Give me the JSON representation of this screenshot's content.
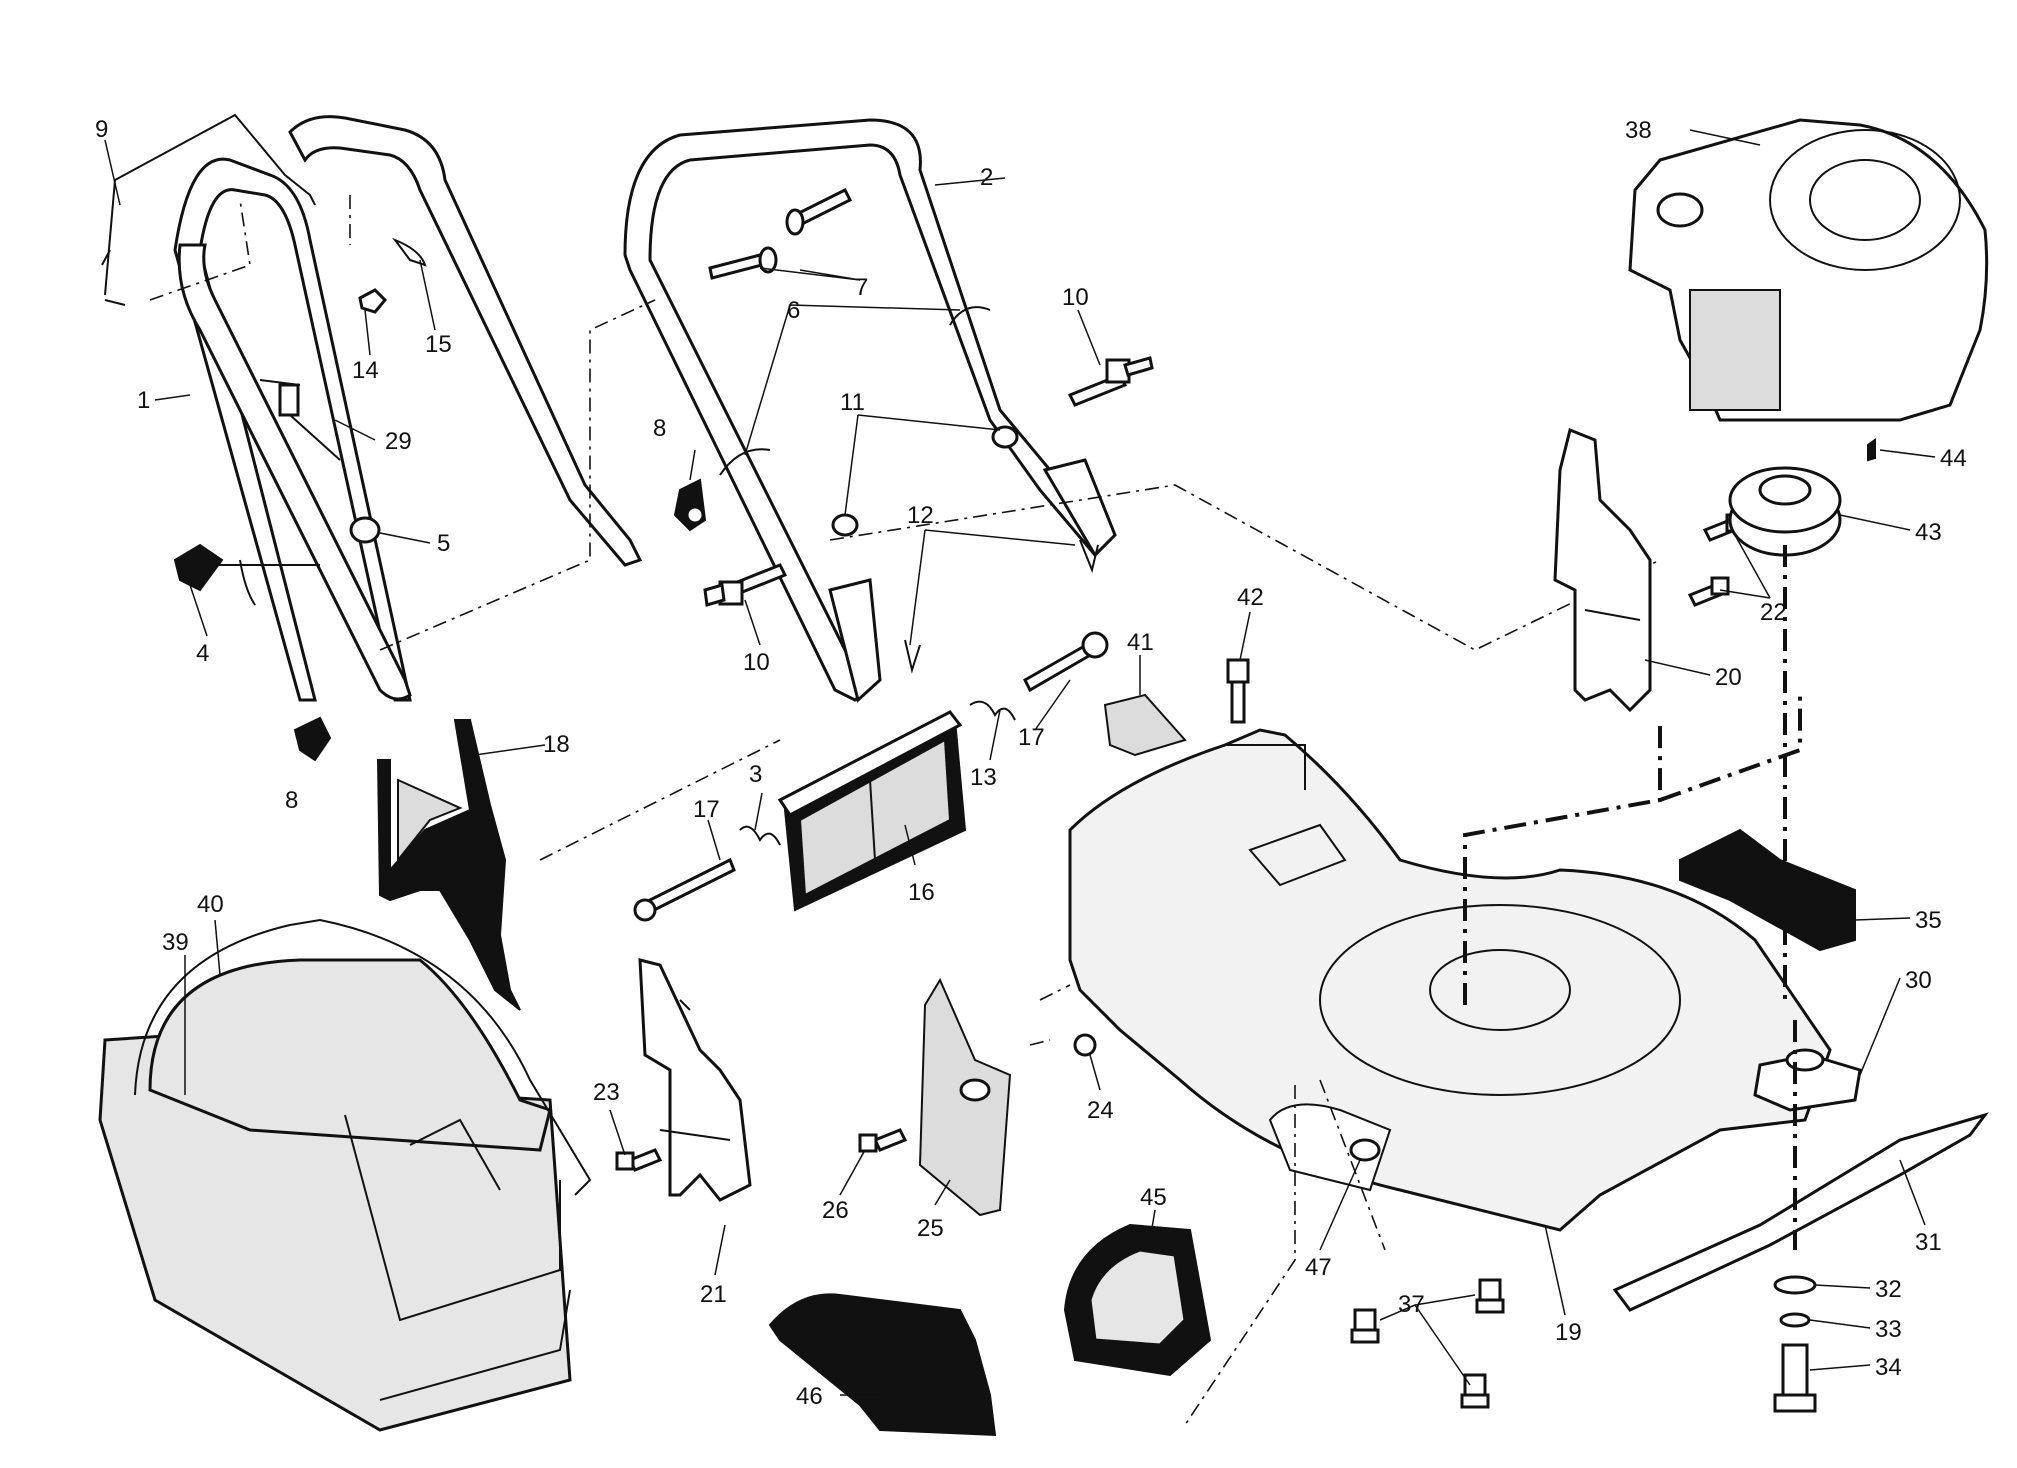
{
  "diagram": {
    "labels": [
      {
        "id": "l9",
        "text": "9"
      },
      {
        "id": "l1",
        "text": "1"
      },
      {
        "id": "l14",
        "text": "14"
      },
      {
        "id": "l15",
        "text": "15"
      },
      {
        "id": "l29",
        "text": "29"
      },
      {
        "id": "l5",
        "text": "5"
      },
      {
        "id": "l4",
        "text": "4"
      },
      {
        "id": "l8a",
        "text": "8"
      },
      {
        "id": "l8b",
        "text": "8"
      },
      {
        "id": "l2",
        "text": "2"
      },
      {
        "id": "l7",
        "text": "7"
      },
      {
        "id": "l6",
        "text": "6"
      },
      {
        "id": "l10a",
        "text": "10"
      },
      {
        "id": "l10b",
        "text": "10"
      },
      {
        "id": "l11",
        "text": "11"
      },
      {
        "id": "l12",
        "text": "12"
      },
      {
        "id": "l17a",
        "text": "17"
      },
      {
        "id": "l17b",
        "text": "17"
      },
      {
        "id": "l13",
        "text": "13"
      },
      {
        "id": "l3",
        "text": "3"
      },
      {
        "id": "l16",
        "text": "16"
      },
      {
        "id": "l18",
        "text": "18"
      },
      {
        "id": "l40",
        "text": "40"
      },
      {
        "id": "l39",
        "text": "39"
      },
      {
        "id": "l41",
        "text": "41"
      },
      {
        "id": "l42",
        "text": "42"
      },
      {
        "id": "l38",
        "text": "38"
      },
      {
        "id": "l44",
        "text": "44"
      },
      {
        "id": "l43",
        "text": "43"
      },
      {
        "id": "l22",
        "text": "22"
      },
      {
        "id": "l20",
        "text": "20"
      },
      {
        "id": "l35",
        "text": "35"
      },
      {
        "id": "l30",
        "text": "30"
      },
      {
        "id": "l31",
        "text": "31"
      },
      {
        "id": "l32",
        "text": "32"
      },
      {
        "id": "l33",
        "text": "33"
      },
      {
        "id": "l34",
        "text": "34"
      },
      {
        "id": "l19",
        "text": "19"
      },
      {
        "id": "l37",
        "text": "37"
      },
      {
        "id": "l47",
        "text": "47"
      },
      {
        "id": "l45",
        "text": "45"
      },
      {
        "id": "l46",
        "text": "46"
      },
      {
        "id": "l24",
        "text": "24"
      },
      {
        "id": "l25",
        "text": "25"
      },
      {
        "id": "l26",
        "text": "26"
      },
      {
        "id": "l23",
        "text": "23"
      },
      {
        "id": "l21",
        "text": "21"
      }
    ]
  }
}
